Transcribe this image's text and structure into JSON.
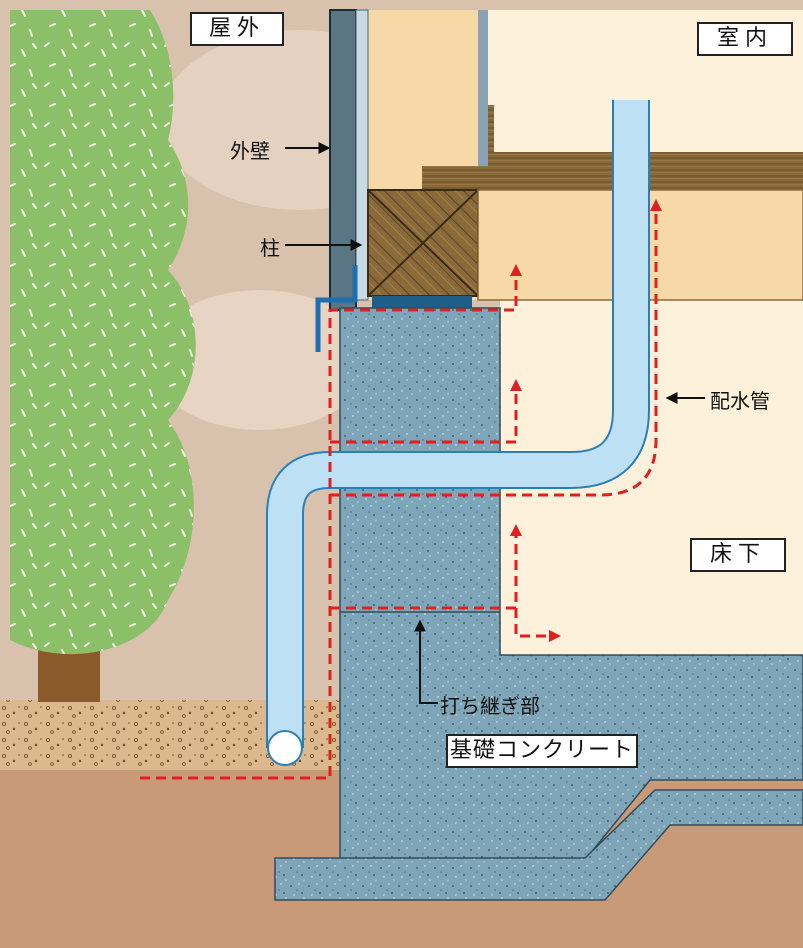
{
  "labels": {
    "outdoor": "屋外",
    "indoor": "室内",
    "underfloor": "床下",
    "foundation": "基礎コンクリート"
  },
  "callouts": {
    "outer_wall": "外壁",
    "pillar": "柱",
    "water_pipe": "配水管",
    "construction_joint": "打ち継ぎ部"
  },
  "colors": {
    "soil": "#c89a78",
    "gravel": "#d9b38c",
    "concrete": "#7fa6b8",
    "pipe": "#bde0f5",
    "tree": "#8cc068",
    "trunk": "#8a5a2b",
    "indoor_wall": "#f7d9a8",
    "underfloor": "#fdf1dc",
    "timber": "#8a6a3a",
    "water_path": "#e02020",
    "flashing": "#1e6fb0"
  }
}
